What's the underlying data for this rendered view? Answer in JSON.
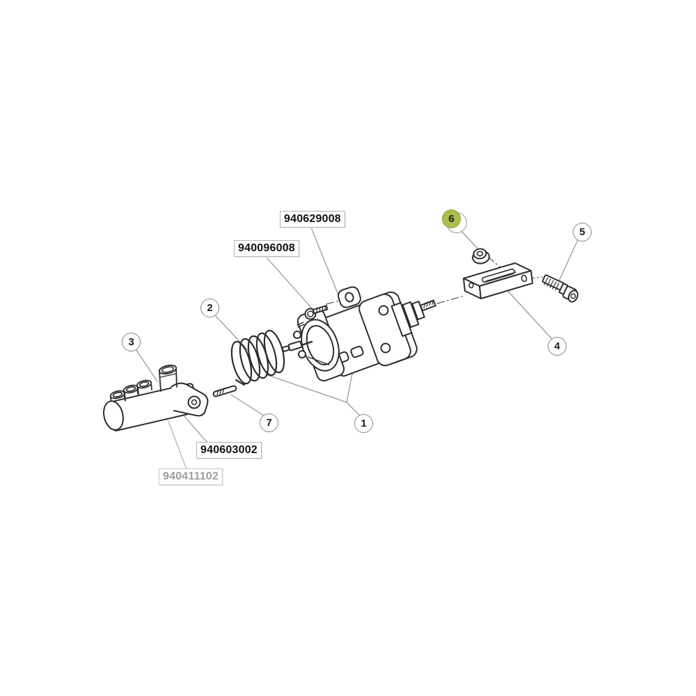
{
  "diagram": {
    "kind": "exploded-parts-diagram",
    "background": "#ffffff",
    "colors": {
      "line": "#2d2d2d",
      "leader": "#9a9a9a",
      "muted_leader": "#b5b5b5",
      "centerline": "#565656",
      "label_border": "#b3b3b3",
      "label_text": "#111111",
      "muted_label_text": "#9e9e9e",
      "muted_label_border": "#c9c9c9",
      "callout_border": "#868686",
      "callout_fill": "#ffffff",
      "highlight_fill": "#a9bf4b",
      "highlight_border": "#8fa03c"
    },
    "part_labels": [
      {
        "text": "940629008",
        "style": "black"
      },
      {
        "text": "940096008",
        "style": "black"
      },
      {
        "text": "940603002",
        "style": "black"
      },
      {
        "text": "940411102",
        "style": "gray"
      }
    ],
    "callouts": [
      {
        "number": "1",
        "highlighted": false
      },
      {
        "number": "2",
        "highlighted": false
      },
      {
        "number": "3",
        "highlighted": false
      },
      {
        "number": "4",
        "highlighted": false
      },
      {
        "number": "5",
        "highlighted": false
      },
      {
        "number": "6",
        "highlighted": true
      },
      {
        "number": "7",
        "highlighted": false
      }
    ]
  }
}
